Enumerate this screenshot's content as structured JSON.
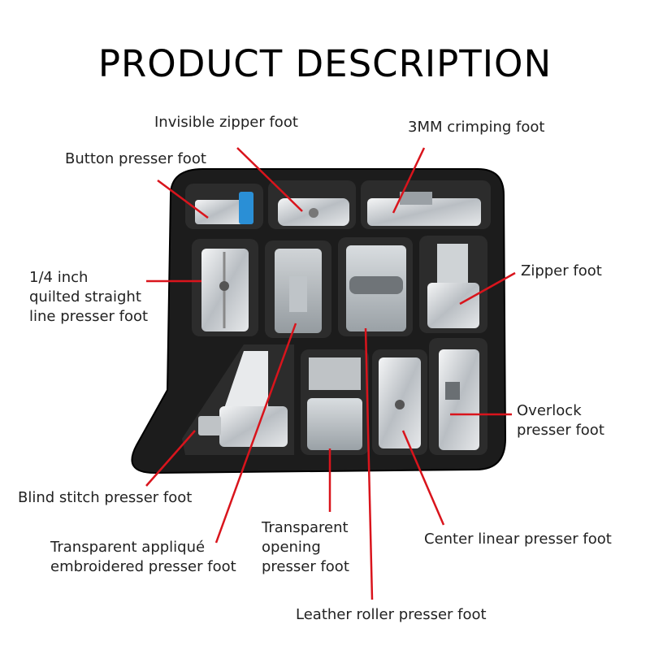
{
  "title": "PRODUCT DESCRIPTION",
  "labels": {
    "invisible_zipper": "Invisible zipper foot",
    "crimping": "3MM crimping foot",
    "button": "Button presser foot",
    "quilted": "1/4 inch\nquilted straight\nline presser foot",
    "zipper": "Zipper foot",
    "overlock": "Overlock\npresser foot",
    "blind_stitch": "Blind stitch presser foot",
    "applique": "Transparent appliqué\nembroidered presser foot",
    "transparent_opening": "Transparent\nopening\npresser foot",
    "center_linear": "Center linear presser foot",
    "leather_roller": "Leather roller presser foot"
  },
  "colors": {
    "pointer": "#d9141c",
    "tray": "#1c1c1c",
    "metal": "#cfd3d6",
    "accent": "#2a8fd6"
  }
}
